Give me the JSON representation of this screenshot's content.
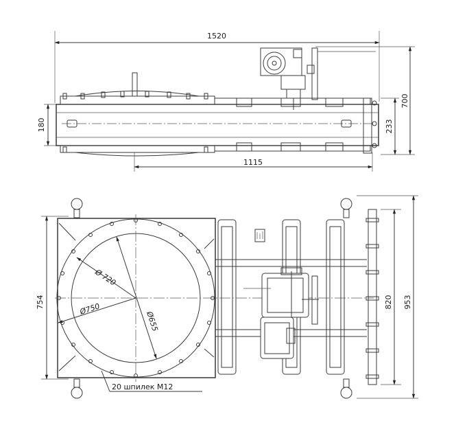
{
  "top_view": {
    "dim_overall_length": "1520",
    "dim_height": "700",
    "dim_left_height": "180",
    "dim_right_height": "233",
    "dim_gate_length": "1115"
  },
  "plan_view": {
    "dim_width": "754",
    "dim_inner_height": "820",
    "dim_overall_height": "953",
    "dia_720": "Ø 720",
    "dia_750": "Ø750",
    "dia_655": "Ø655",
    "stud_callout": "20 шпилек М12"
  },
  "colors": {
    "line": "#3a3a3a",
    "background": "#ffffff"
  }
}
